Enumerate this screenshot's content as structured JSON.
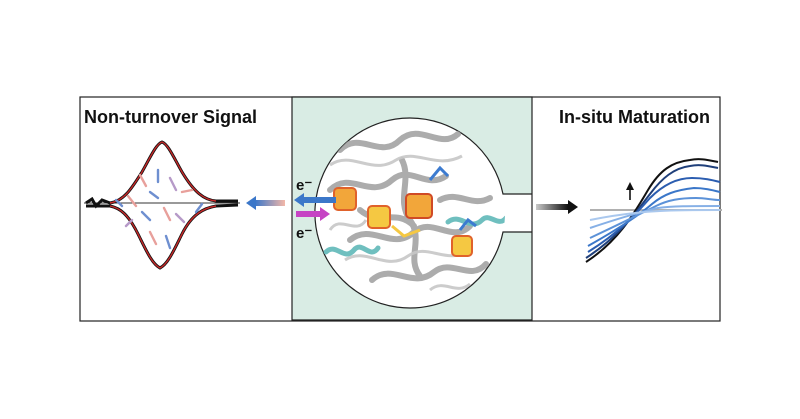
{
  "left_panel": {
    "title": "Non-turnover Signal"
  },
  "center_panel": {
    "electron_out": "e⁻",
    "electron_in": "e⁻"
  },
  "right_panel": {
    "title": "In-situ Maturation"
  },
  "colors": {
    "frame": "#222222",
    "chamber": "#d9ece4",
    "protein": "#9e9e9e",
    "helix_teal": "#6fbfbf",
    "cluster": "#f2a63a",
    "arrow_blue": "#3b77c9",
    "arrow_magenta": "#c644c4",
    "curve_dark": "#1a1a1a",
    "curve_red": "#c62828"
  },
  "icons": [
    "electron-out-arrow-icon",
    "electron-in-arrow-icon",
    "gradient-arrow-icon",
    "increase-arrow-icon"
  ]
}
